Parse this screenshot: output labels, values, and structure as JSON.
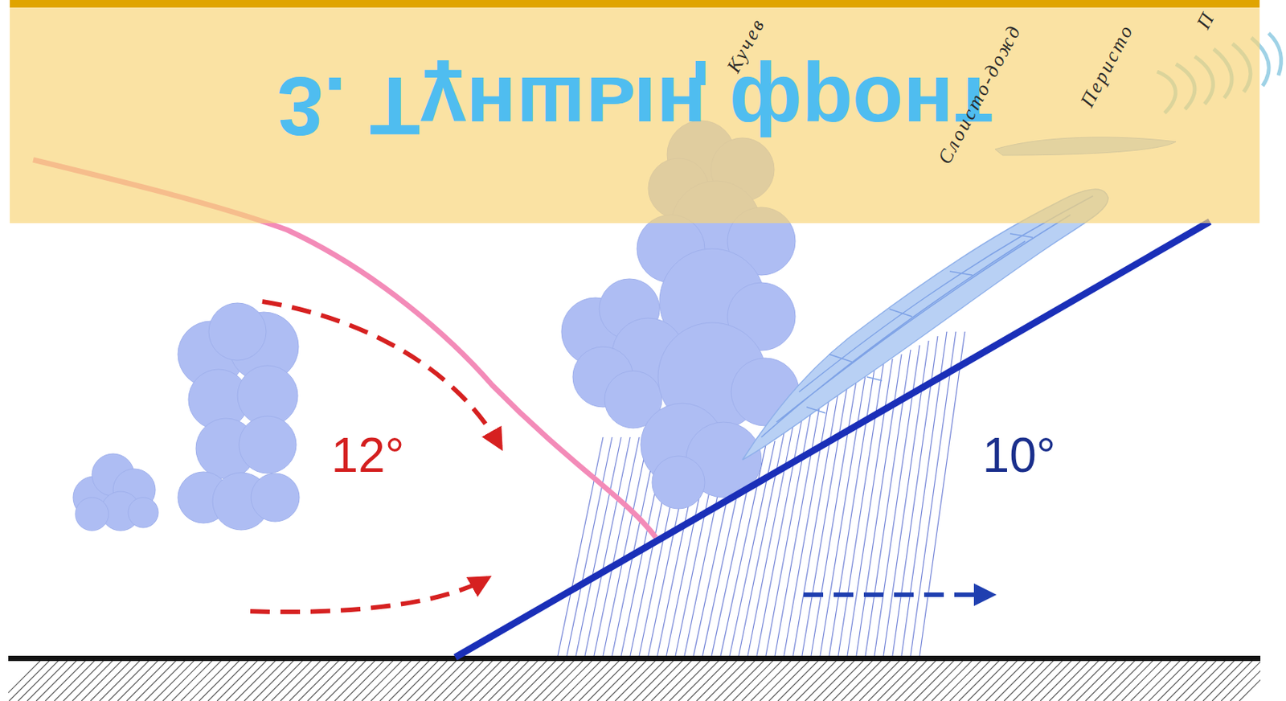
{
  "diagram": {
    "title": "3. Тұншың фронт",
    "labels": [
      "Кучев",
      "Слоисто-дожд",
      "Перисто",
      "П",
      "12°",
      "10°"
    ]
  }
}
